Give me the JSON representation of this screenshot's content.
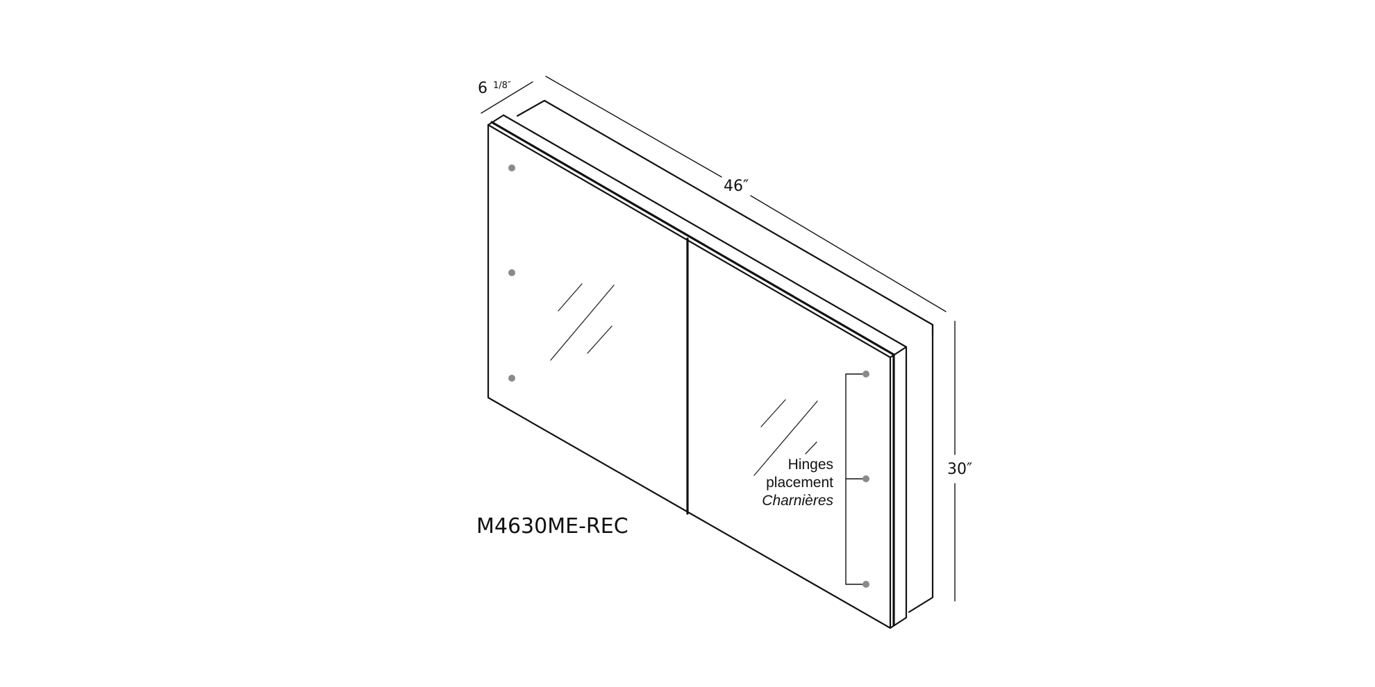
{
  "model": "M4630ME-REC",
  "dimensions": {
    "depth_whole": "6",
    "depth_fraction": "1/8″",
    "width": "46″",
    "height": "30″"
  },
  "hinges": {
    "label_line1": "Hinges",
    "label_line2": "placement",
    "label_fr": "Charnières"
  },
  "colors": {
    "line": "#111111",
    "dot": "#8a8a8a"
  }
}
